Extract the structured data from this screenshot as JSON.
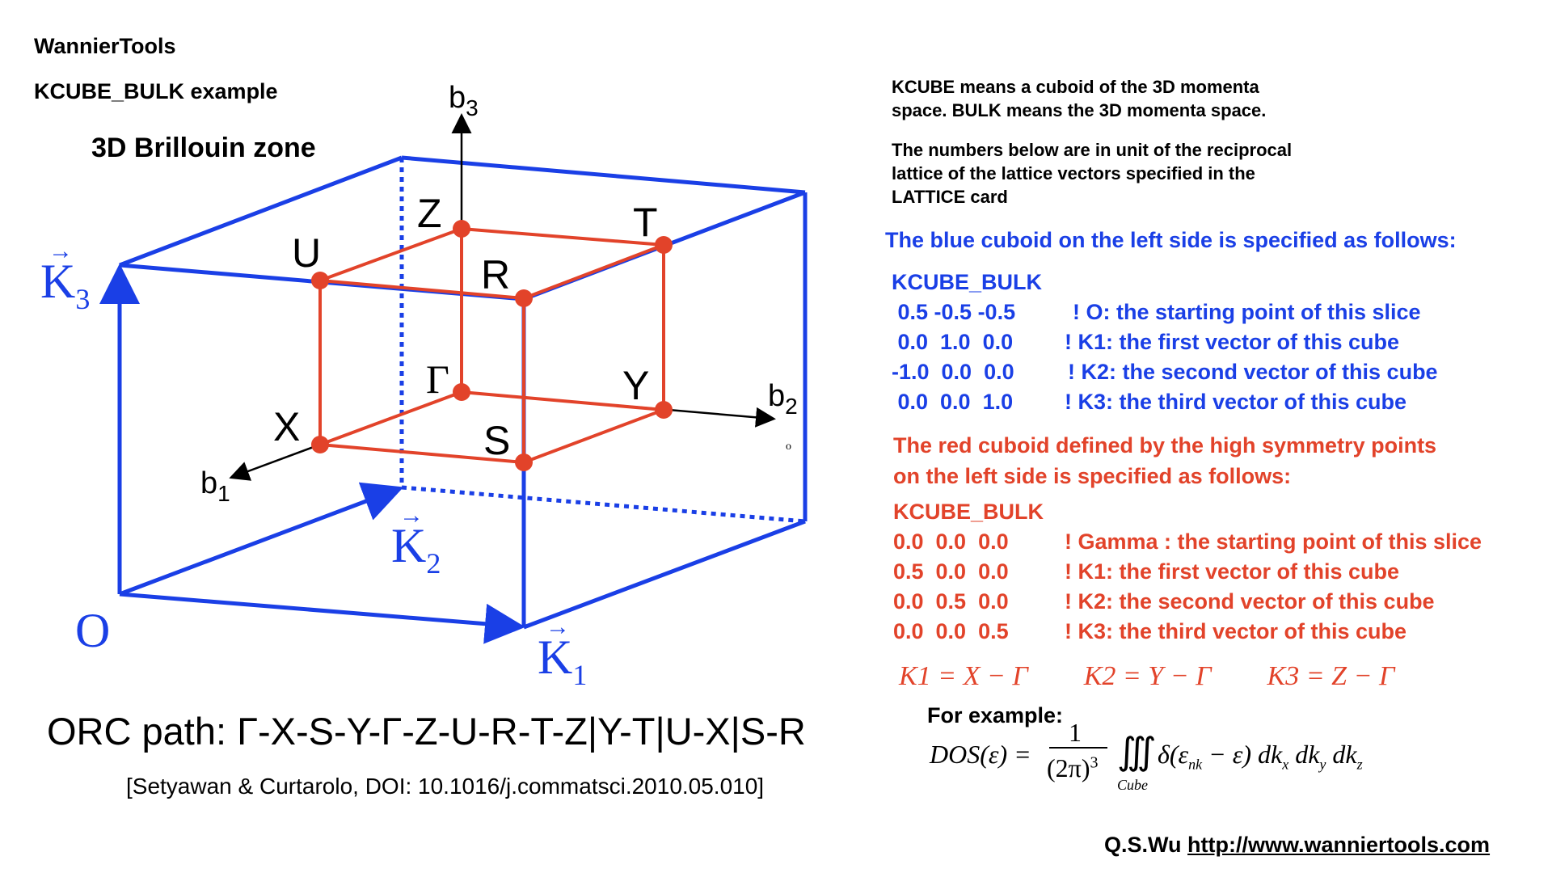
{
  "header": {
    "app_name": "WannierTools",
    "example_title": "KCUBE_BULK example",
    "bz_title": "3D Brillouin zone"
  },
  "diagram": {
    "axes": {
      "b1": "b",
      "b1_sub": "1",
      "b2": "b",
      "b2_sub": "2",
      "b3": "b",
      "b3_sub": "3"
    },
    "points": {
      "Gamma": "Γ",
      "X": "X",
      "S": "S",
      "Y": "Y",
      "Z": "Z",
      "U": "U",
      "R": "R",
      "T": "T"
    },
    "vectors": {
      "O": "O",
      "K1": "K",
      "K1_sub": "1",
      "K2": "K",
      "K2_sub": "2",
      "K3": "K",
      "K3_sub": "3"
    },
    "stray_mark": "o",
    "colors": {
      "blue": "#1a3fe6",
      "red": "#e2432a"
    }
  },
  "description": {
    "line1a": "KCUBE means a cuboid of the 3D momenta",
    "line1b": "space. BULK means the 3D momenta space.",
    "line2a": "The numbers below are in unit of the reciprocal",
    "line2b": "lattice of the lattice vectors specified in the",
    "line2c": "LATTICE card"
  },
  "blue_spec": {
    "heading": "The blue cuboid on the left side is specified as follows:",
    "card": "KCUBE_BULK",
    "rows": [
      {
        "values": " 0.5 -0.5 -0.5",
        "comment": "! O: the starting point of this slice"
      },
      {
        "values": " 0.0  1.0  0.0",
        "comment": "! K1: the first vector of this cube"
      },
      {
        "values": "-1.0  0.0  0.0",
        "comment": "! K2: the second vector of this cube"
      },
      {
        "values": " 0.0  0.0  1.0",
        "comment": "! K3: the third vector of this cube"
      }
    ]
  },
  "red_spec": {
    "heading_line1": "The red cuboid defined by the high symmetry points",
    "heading_line2": "on the left side is specified as follows:",
    "card": "KCUBE_BULK",
    "rows": [
      {
        "values": "0.0  0.0  0.0",
        "comment": "! Gamma : the starting point of this slice"
      },
      {
        "values": "0.5  0.0  0.0",
        "comment": "! K1: the first vector of this cube"
      },
      {
        "values": "0.0  0.5  0.0",
        "comment": "! K2: the second vector of this cube"
      },
      {
        "values": "0.0  0.0  0.5",
        "comment": "! K3: the third vector of this cube"
      }
    ],
    "equations": [
      "K1 = X − Γ",
      "K2 = Y − Γ",
      "K3 = Z − Γ"
    ]
  },
  "example": {
    "label": "For example:",
    "formula_lhs": "DOS(ε) =",
    "formula_num": "1",
    "formula_den": "(2π)",
    "formula_den_exp": "3",
    "formula_int": "∭",
    "formula_int_sub": "Cube",
    "formula_rhs": "δ(ε",
    "formula_rhs_sub": "nk",
    "formula_rhs2": " − ε) dk",
    "dk_x": "x",
    "dk_y": "y",
    "dk_z": "z"
  },
  "path": {
    "text": "ORC path: Γ-X-S-Y-Γ-Z-U-R-T-Z|Y-T|U-X|S-R",
    "reference": "[Setyawan & Curtarolo, DOI: 10.1016/j.commatsci.2010.05.010]"
  },
  "credit": {
    "author": "Q.S.Wu",
    "url": "http://www.wanniertools.com"
  }
}
